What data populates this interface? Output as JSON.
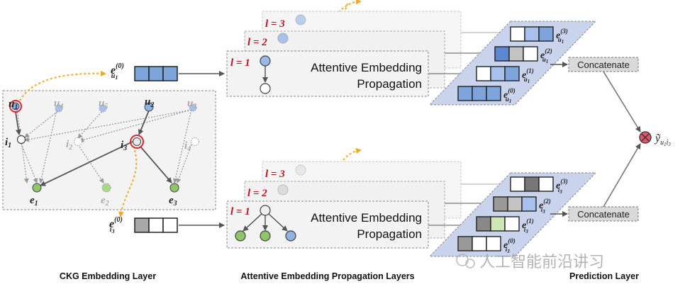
{
  "ckg": {
    "title": "CKG Embedding Layer",
    "users": [
      "u",
      "u",
      "u",
      "u",
      "u"
    ],
    "user_subs": [
      "1",
      "4",
      "5",
      "2",
      "3"
    ],
    "items": [
      "i",
      "i",
      "i",
      "i"
    ],
    "item_subs": [
      "1",
      "2",
      "3",
      "4"
    ],
    "entities": [
      "e",
      "e",
      "e"
    ],
    "entity_subs": [
      "1",
      "2",
      "3"
    ]
  },
  "embeds": {
    "user0_sup": "(0)",
    "user0_sub": "u",
    "user0_sub2": "1",
    "item0_sup": "(0)",
    "item0_sub": "i",
    "item0_sub2": "3"
  },
  "aep": {
    "title": "Attentive Embedding Propagation Layers",
    "top_layers": [
      "l = 3",
      "l = 2",
      "l = 1"
    ],
    "bottom_layers": [
      "l = 3",
      "l = 2",
      "l = 1"
    ],
    "box_line1": "Attentive Embedding",
    "box_line2": "Propagation"
  },
  "prediction": {
    "title": "Prediction Layer",
    "concat_label": "Concatenate",
    "top_stack_labels": [
      "(3)",
      "(2)",
      "(1)",
      "(0)"
    ],
    "bottom_stack_labels": [
      "(3)",
      "(2)",
      "(1)",
      "(0)"
    ],
    "output_label": "ỹ",
    "output_sub": "u",
    "output_sub2": "1",
    "output_sub3": "i",
    "output_sub4": "3"
  },
  "watermark": "人工智能前沿讲习",
  "colors": {
    "layer_red": "#c0111c",
    "user_blue": "#8fb2e3",
    "entity_green": "#8fc46b",
    "orange_arrow": "#f0a928",
    "parallelogram": "#c9d3ec"
  }
}
